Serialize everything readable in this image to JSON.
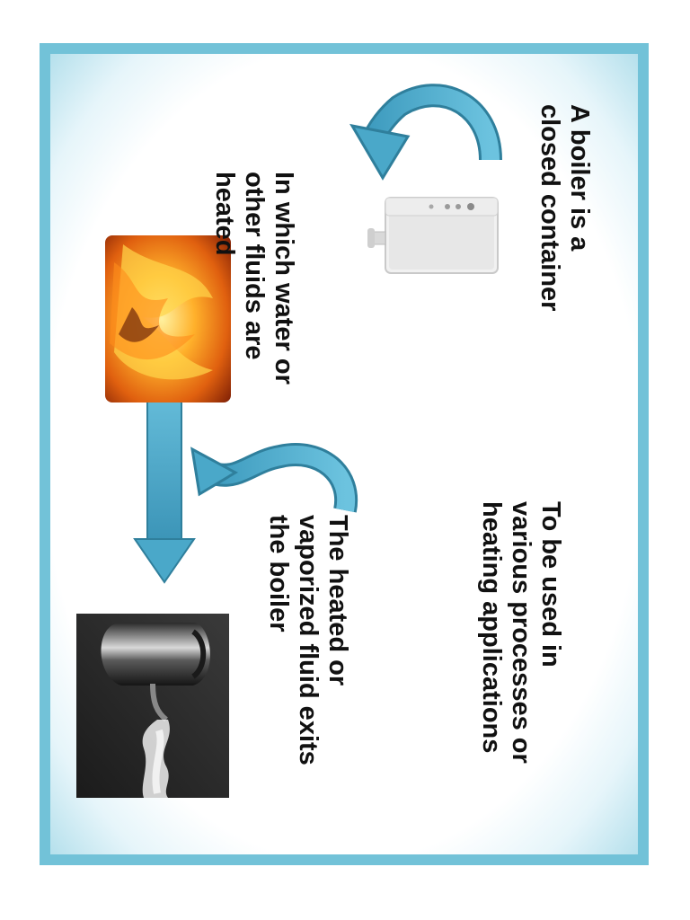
{
  "slide": {
    "step_1": "A boiler is a\nclosed container",
    "step_2": "In which water or\nother fluids are\nheated",
    "step_3": "To be used in\nvarious processes or\nheating applications",
    "step_4": "The heated or\nvaporized fluid exits\nthe boiler"
  },
  "images": {
    "boiler": "boiler-unit-image",
    "fire": "fire-flames-image",
    "kettle": "steaming-kettle-image"
  },
  "colors": {
    "frame": "#72c2d8",
    "arrow": "#4aa8c9",
    "arrow_edge": "#2f7f9c",
    "text": "#111111"
  }
}
